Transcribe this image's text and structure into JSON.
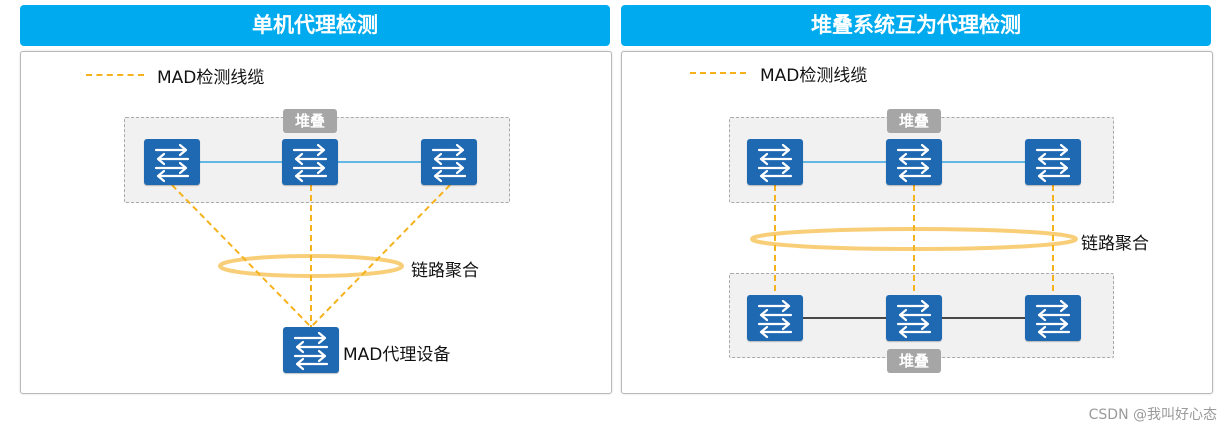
{
  "left_panel": {
    "title": "单机代理检测",
    "legend": "MAD检测线缆",
    "stack_label": "堆叠",
    "aggregation_label": "链路聚合",
    "proxy_label": "MAD代理设备"
  },
  "right_panel": {
    "title": "堆叠系统互为代理检测",
    "legend": "MAD检测线缆",
    "stack_label_top": "堆叠",
    "stack_label_bottom": "堆叠",
    "aggregation_label": "链路聚合"
  },
  "watermark": "CSDN @我叫好心态",
  "colors": {
    "title_bg": "#00aaee",
    "switch": "#1f68b2",
    "mad_cable": "#f5b21c",
    "stack_link": "#36a3e0",
    "aggregation_ring": "#f8cf78"
  },
  "icons": [
    "switch-icon"
  ]
}
